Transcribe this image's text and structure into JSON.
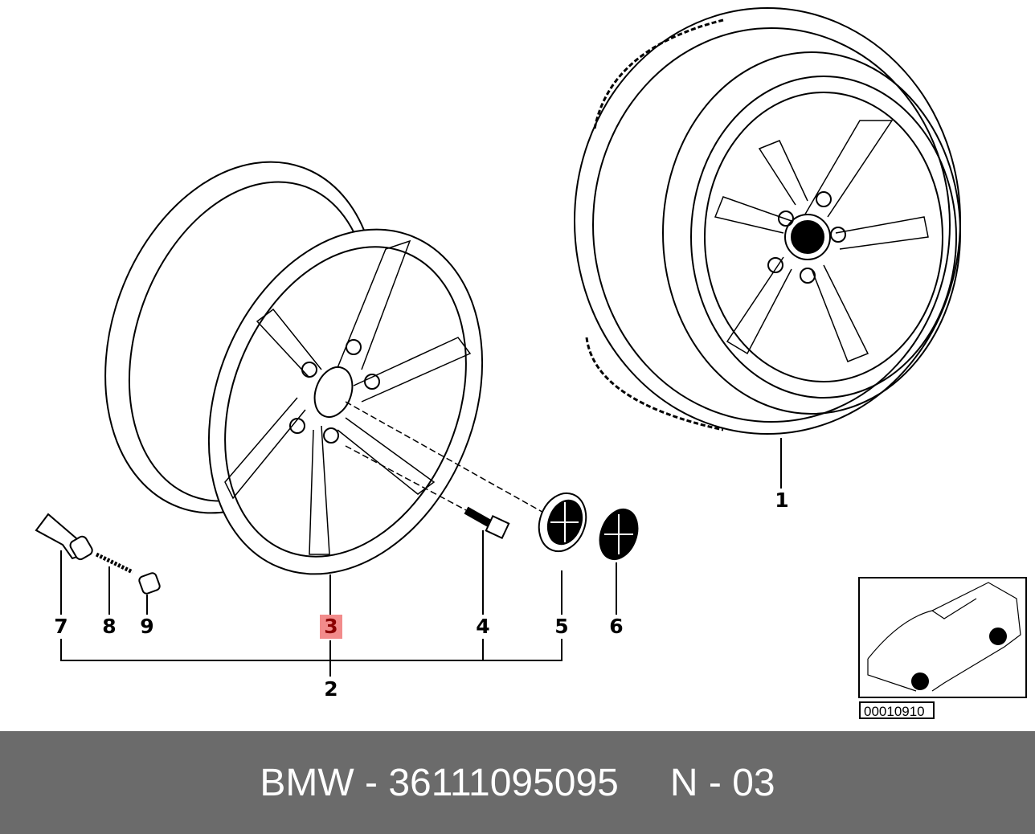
{
  "callouts": {
    "c1": "1",
    "c2": "2",
    "c3": "3",
    "c4": "4",
    "c5": "5",
    "c6": "6",
    "c7": "7",
    "c8": "8",
    "c9": "9"
  },
  "highlighted_callout": "3",
  "inset": {
    "code": "00010910"
  },
  "footer": {
    "part": "BMW - 36111095095",
    "page": "N - 03"
  },
  "colors": {
    "highlight": "#f28b8b",
    "footer_bg": "#6b6b6b"
  }
}
